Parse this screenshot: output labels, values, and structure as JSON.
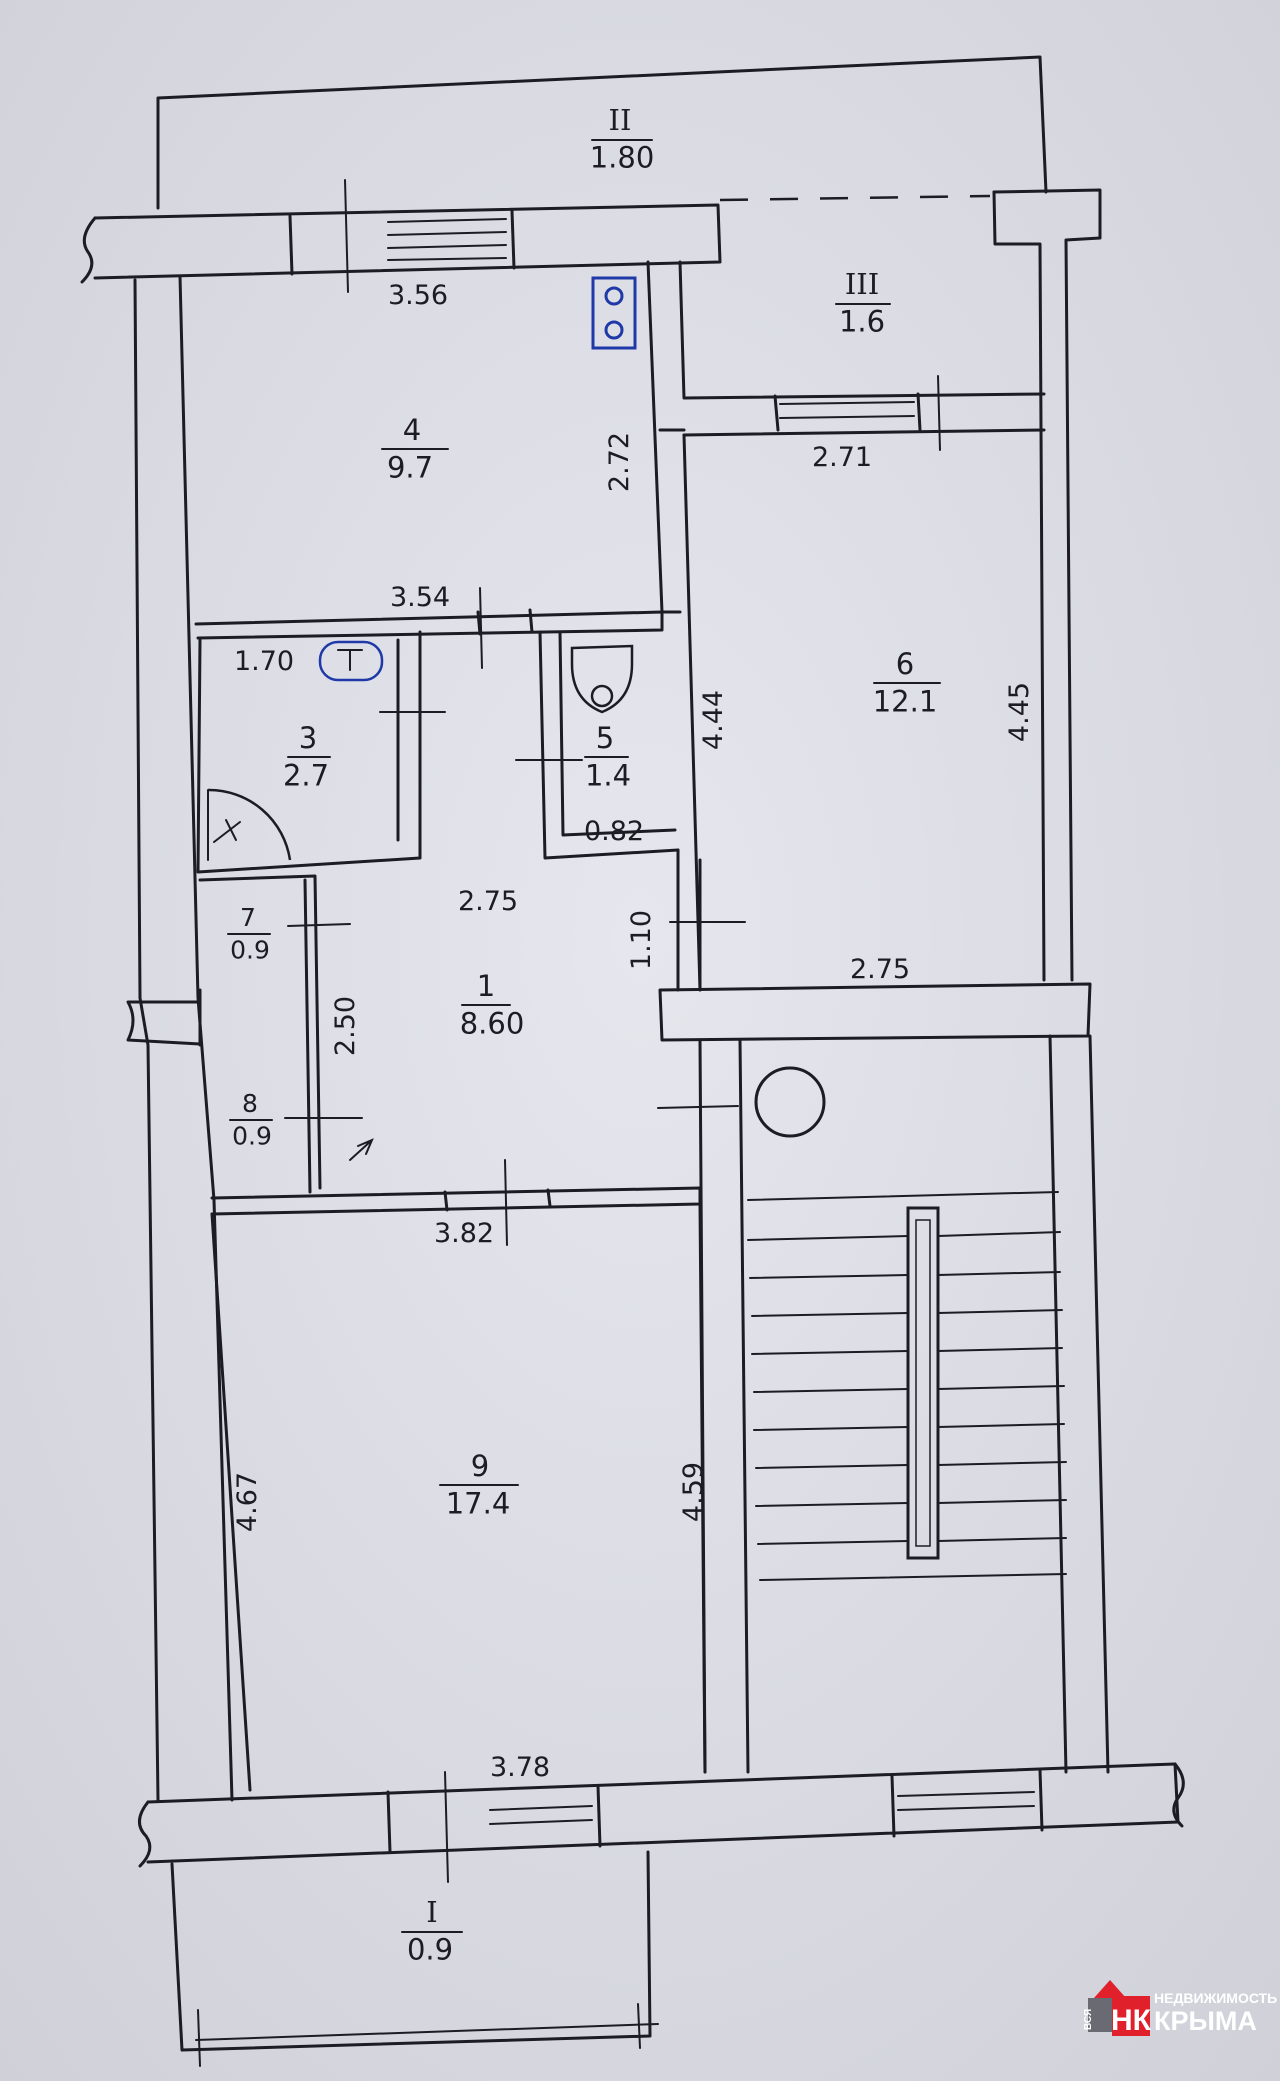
{
  "rooms": [
    {
      "id": "1",
      "number": "1",
      "area": "8.60"
    },
    {
      "id": "3",
      "number": "3",
      "area": "2.7"
    },
    {
      "id": "4",
      "number": "4",
      "area": "9.7"
    },
    {
      "id": "5",
      "number": "5",
      "area": "1.4"
    },
    {
      "id": "6",
      "number": "6",
      "area": "12.1"
    },
    {
      "id": "7",
      "number": "7",
      "area": "0.9"
    },
    {
      "id": "8",
      "number": "8",
      "area": "0.9"
    },
    {
      "id": "9",
      "number": "9",
      "area": "17.4"
    }
  ],
  "balconies": [
    {
      "id": "I",
      "number": "I",
      "area": "0.9"
    },
    {
      "id": "II",
      "number": "II",
      "area": "1.80"
    },
    {
      "id": "III",
      "number": "III",
      "area": "1.6"
    }
  ],
  "dimensions": {
    "top_room4_width": "3.56",
    "room4_bottom_width": "3.54",
    "room4_height": "2.72",
    "room6_top_width": "2.71",
    "room6_bottom_width": "2.75",
    "room6_left_height": "4.44",
    "room6_right_height": "4.45",
    "room3_top_width": "1.70",
    "room5_bottom_width": "0.82",
    "hall_width": "2.75",
    "hall_door_height": "1.10",
    "hall_height": "2.50",
    "room9_top_width": "3.82",
    "room9_left_height": "4.67",
    "room9_right_height": "4.59",
    "bottom_width": "3.78"
  },
  "watermark": {
    "line1": "НЕДВИЖИМОСТЬ",
    "line2": "КРЫМА",
    "side": "ВСЯ",
    "letters": "НК",
    "color": "#e0202a"
  },
  "colors": {
    "paper": "#dcdde4",
    "ink": "#1c1c24",
    "stove": "#1f3aa8"
  }
}
